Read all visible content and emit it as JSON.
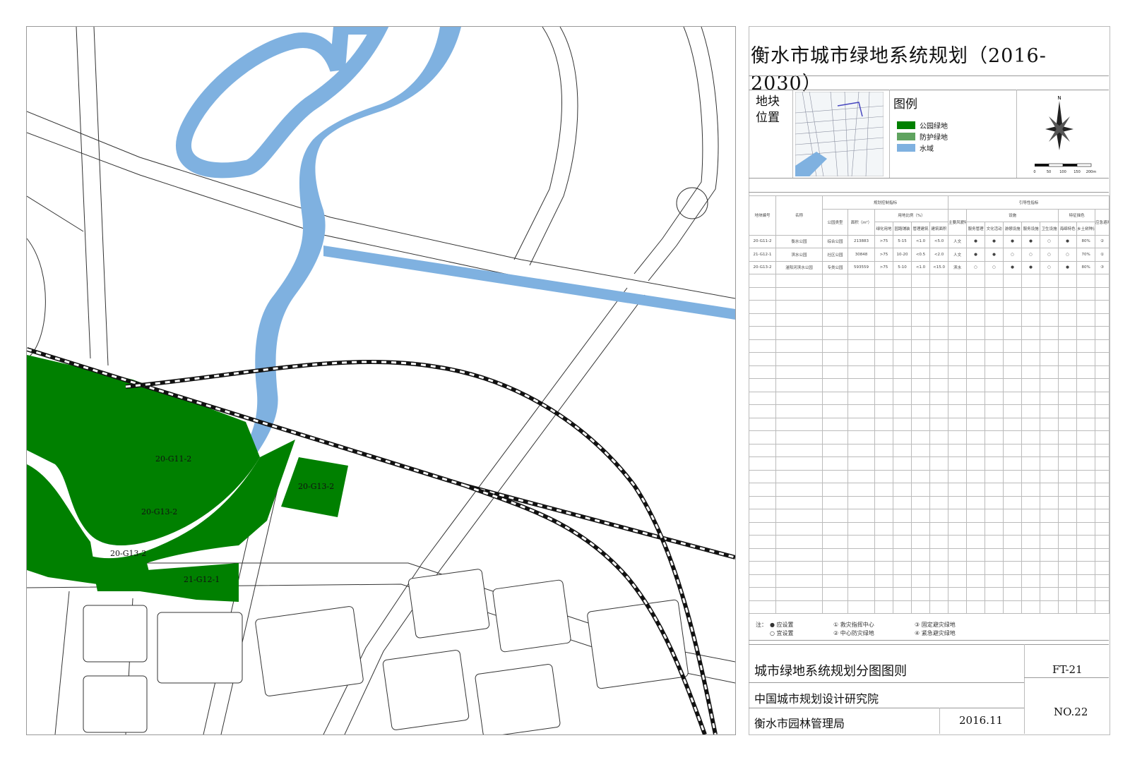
{
  "title": "衡水市城市绿地系统规划（2016-2030）",
  "location_label_line1": "地块",
  "location_label_line2": "位置",
  "legend": {
    "title": "图例",
    "items": [
      {
        "label": "公园绿地",
        "color": "#008000"
      },
      {
        "label": "防护绿地",
        "color": "#5fa35f"
      },
      {
        "label": "水域",
        "color": "#7fb1e0"
      }
    ]
  },
  "scale_bar": {
    "labels": [
      "0",
      "50",
      "100",
      "150",
      "200m"
    ]
  },
  "compass": {
    "label": "N"
  },
  "map_labels": [
    "20-G11-2",
    "20-G13-2",
    "20-G13-2",
    "20-G13-2",
    "21-G12-1"
  ],
  "table": {
    "group_header_1": "规划控制指标",
    "group_header_2": "引导性指标",
    "sub_header_1": "用地比例（%）",
    "sub_header_2": "设施",
    "sub_header_3": "特征描色",
    "columns": [
      "地块编号",
      "名称",
      "公园类型",
      "面积（m²）",
      "绿化用地",
      "园路铺装",
      "管理建筑",
      "建筑面积",
      "主要风貌特色",
      "服务管理",
      "文化活动",
      "游憩设施",
      "服务设施",
      "卫生设施",
      "海绵特色",
      "乡土树种比例",
      "应急避难场所"
    ],
    "rows": [
      [
        "20-G11-2",
        "衡水公园",
        "综合公园",
        "213883",
        ">75",
        "5-15",
        "<1.0",
        "<5.0",
        "人文",
        "●",
        "●",
        "●",
        "●",
        "○",
        "●",
        "80%",
        "②"
      ],
      [
        "21-G12-1",
        "滨水公园",
        "社区公园",
        "30848",
        ">75",
        "10-20",
        "<0.5",
        "<2.0",
        "人文",
        "●",
        "●",
        "○",
        "○",
        "○",
        "○",
        "70%",
        "①"
      ],
      [
        "20-G13-2",
        "滏阳河滨水公园",
        "专类公园",
        "593559",
        ">75",
        "5-10",
        "<1.0",
        "<15.0",
        "滨水",
        "○",
        "○",
        "●",
        "●",
        "○",
        "●",
        "80%",
        "③"
      ]
    ]
  },
  "notes": {
    "prefix": "注：",
    "items": [
      "● 应设置",
      "○ 宜设置",
      "① 救灾指挥中心",
      "② 中心防灾绿地",
      "③ 固定避灾绿地",
      "④ 紧急避灾绿地"
    ]
  },
  "title_block": {
    "doc_name": "城市绿地系统规划分图图则",
    "code": "FT-21",
    "institute": "中国城市规划设计研究院",
    "client": "衡水市园林管理局",
    "date": "2016.11",
    "sheet_no": "NO.22"
  },
  "colors": {
    "park": "#008000",
    "water": "#7fb1e0",
    "road_line": "#333333"
  }
}
